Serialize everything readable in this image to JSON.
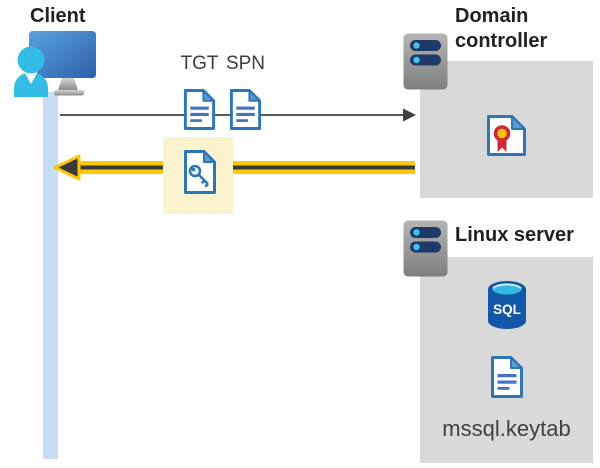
{
  "client": {
    "label": "Client"
  },
  "flow": {
    "tgt_label": "TGT",
    "spn_label": "SPN",
    "request": {
      "from": "Client",
      "to": "Domain controller"
    },
    "response": {
      "from": "Domain controller",
      "to": "Client",
      "payload": "key-ticket-document"
    }
  },
  "domain_controller": {
    "label": "Domain controller",
    "icon": "certificate-document"
  },
  "linux_server": {
    "label": "Linux server",
    "sql_icon_label": "SQL",
    "keytab_label": "mssql.keytab"
  },
  "colors": {
    "box_gray": "#d9d9d9",
    "lifeline_blue": "#c7dcf5",
    "highlight_yellow": "#fbf3ce",
    "arrow_yellow": "#ffc907",
    "arrow_dark": "#3a3a3a",
    "arrow_gray": "#58595b",
    "doc_border_blue": "#2e76b6",
    "doc_fold_blue": "#5b9bd5",
    "doc_line_blue": "#4472c4",
    "person_cyan": "#33bde5",
    "monitor_blue": "#2c61a9",
    "server_bar_navy": "#1e3a68",
    "server_dot_cyan": "#44c1e8",
    "cert_red": "#cc2b36",
    "cert_gold": "#ffc10a",
    "sql_body_blue": "#1358a8",
    "sql_top_cyan": "#30b9e2",
    "title_text": "#212121",
    "label_text": "#3d3d3d"
  }
}
